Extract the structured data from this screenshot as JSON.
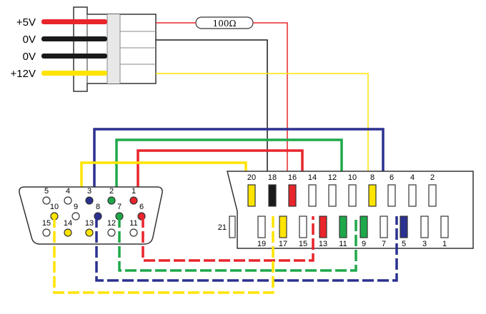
{
  "power": {
    "labels": [
      "+5V",
      "0V",
      "0V",
      "+12V"
    ],
    "resistor_label": "100Ω"
  },
  "vga": {
    "top_pins": [
      "5",
      "4",
      "3",
      "2",
      "1"
    ],
    "mid_pins": [
      "10",
      "9",
      "8",
      "7",
      "6"
    ],
    "bottom_pins": [
      "15",
      "14",
      "13",
      "12",
      "11"
    ]
  },
  "scart": {
    "top_pins": [
      "20",
      "18",
      "16",
      "14",
      "12",
      "10",
      "8",
      "6",
      "4",
      "2"
    ],
    "bottom_pins": [
      "19",
      "17",
      "15",
      "13",
      "11",
      "9",
      "7",
      "5",
      "3",
      "1"
    ],
    "side_pin": "21"
  },
  "colors": {
    "red": "#e8252b",
    "green": "#1fa84a",
    "blue": "#2b3190",
    "yellow": "#ffe400",
    "black": "#1a1a1a",
    "grey": "#bbbbbb"
  }
}
